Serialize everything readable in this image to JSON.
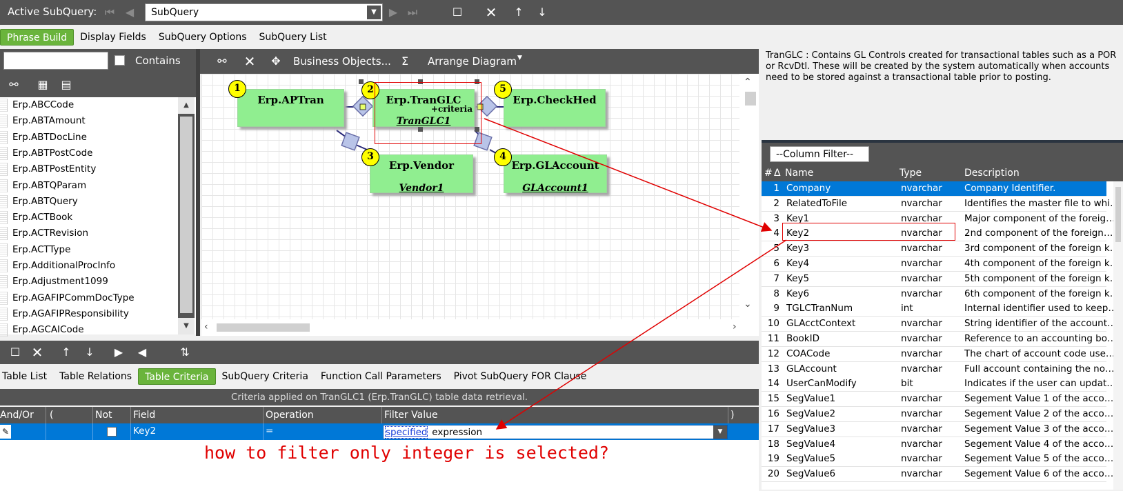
{
  "top_toolbar": {
    "label": "Active SubQuery:",
    "subquery_value": "SubQuery"
  },
  "main_tabs": [
    "Phrase Build",
    "Display Fields",
    "SubQuery Options",
    "SubQuery List"
  ],
  "table_panel": {
    "contains_label": "Contains",
    "tables": [
      "Erp.ABCCode",
      "Erp.ABTAmount",
      "Erp.ABTDocLine",
      "Erp.ABTPostCode",
      "Erp.ABTPostEntity",
      "Erp.ABTQParam",
      "Erp.ABTQuery",
      "Erp.ACTBook",
      "Erp.ACTRevision",
      "Erp.ACTType",
      "Erp.AdditionalProcInfo",
      "Erp.Adjustment1099",
      "Erp.AGAFIPCommDocType",
      "Erp.AGAFIPResponsibility",
      "Erp.AGCAICode"
    ]
  },
  "diagram_toolbar": {
    "business_objects": "Business Objects...",
    "sigma": "Σ",
    "arrange": "Arrange Diagram"
  },
  "diagram": {
    "nodes": [
      {
        "num": "1",
        "title": "Erp.APTran",
        "alias": ""
      },
      {
        "num": "2",
        "title": "Erp.TranGLC",
        "alias": "TranGLC1",
        "criteria": "+criteria"
      },
      {
        "num": "3",
        "title": "Erp.Vendor",
        "alias": "Vendor1"
      },
      {
        "num": "4",
        "title": "Erp.GLAccount",
        "alias": "GLAccount1"
      },
      {
        "num": "5",
        "title": "Erp.CheckHed",
        "alias": ""
      }
    ]
  },
  "description": "TranGLC : Contains GL Controls created for transactional tables such as a POR or RcvDtl.  These will be created by the system automatically when accounts need to be stored against a transactional table prior to posting.",
  "column_filter": "--Column Filter--",
  "columns_headers": {
    "num": "#",
    "sort": "Δ",
    "name": "Name",
    "type": "Type",
    "description": "Description"
  },
  "columns": [
    {
      "num": "1",
      "name": "Company",
      "type": "nvarchar",
      "desc": "Company Identifier."
    },
    {
      "num": "2",
      "name": "RelatedToFile",
      "type": "nvarchar",
      "desc": "Identifies the master file to whi…"
    },
    {
      "num": "3",
      "name": "Key1",
      "type": "nvarchar",
      "desc": "Major component of the foreig…"
    },
    {
      "num": "4",
      "name": "Key2",
      "type": "nvarchar",
      "desc": "2nd component of the foreign…"
    },
    {
      "num": "5",
      "name": "Key3",
      "type": "nvarchar",
      "desc": "3rd component of the foreign k…"
    },
    {
      "num": "6",
      "name": "Key4",
      "type": "nvarchar",
      "desc": "4th component of the foreign k…"
    },
    {
      "num": "7",
      "name": "Key5",
      "type": "nvarchar",
      "desc": "5th component of the foreign k…"
    },
    {
      "num": "8",
      "name": "Key6",
      "type": "nvarchar",
      "desc": "6th component of the foreign k…"
    },
    {
      "num": "9",
      "name": "TGLCTranNum",
      "type": "int",
      "desc": "Internal identifier used to keep…"
    },
    {
      "num": "10",
      "name": "GLAcctContext",
      "type": "nvarchar",
      "desc": "String identifier of the account…"
    },
    {
      "num": "11",
      "name": "BookID",
      "type": "nvarchar",
      "desc": "Reference to an accounting bo…"
    },
    {
      "num": "12",
      "name": "COACode",
      "type": "nvarchar",
      "desc": "The chart of account code use…"
    },
    {
      "num": "13",
      "name": "GLAccount",
      "type": "nvarchar",
      "desc": "Full account containing the no…"
    },
    {
      "num": "14",
      "name": "UserCanModify",
      "type": "bit",
      "desc": "Indicates if the user can updat…"
    },
    {
      "num": "15",
      "name": "SegValue1",
      "type": "nvarchar",
      "desc": "Segement Value 1 of the acco…"
    },
    {
      "num": "16",
      "name": "SegValue2",
      "type": "nvarchar",
      "desc": "Segement Value 2 of the acco…"
    },
    {
      "num": "17",
      "name": "SegValue3",
      "type": "nvarchar",
      "desc": "Segement Value 3 of the acco…"
    },
    {
      "num": "18",
      "name": "SegValue4",
      "type": "nvarchar",
      "desc": "Segement Value 4 of the acco…"
    },
    {
      "num": "19",
      "name": "SegValue5",
      "type": "nvarchar",
      "desc": "Segement Value 5 of the acco…"
    },
    {
      "num": "20",
      "name": "SegValue6",
      "type": "nvarchar",
      "desc": "Segement Value 6 of the acco…"
    }
  ],
  "bottom_tabs": [
    "Table List",
    "Table Relations",
    "Table Criteria",
    "SubQuery Criteria",
    "Function Call Parameters",
    "Pivot SubQuery FOR Clause"
  ],
  "criteria": {
    "caption": "Criteria applied on TranGLC1 (Erp.TranGLC) table data retrieval.",
    "headers": [
      "And/Or",
      "(",
      "Not",
      "Field",
      "Operation",
      "Filter Value",
      ")"
    ],
    "row": {
      "field": "Key2",
      "operation": "=",
      "filter_link": "specified",
      "filter_rest": " expression"
    }
  },
  "annotation": "how to filter only integer is selected?",
  "colors": {
    "toolbar": "#545454",
    "active_tab": "#6ab43c",
    "node": "#90ee90",
    "selection": "#0078d7",
    "annotation": "#e00000"
  }
}
